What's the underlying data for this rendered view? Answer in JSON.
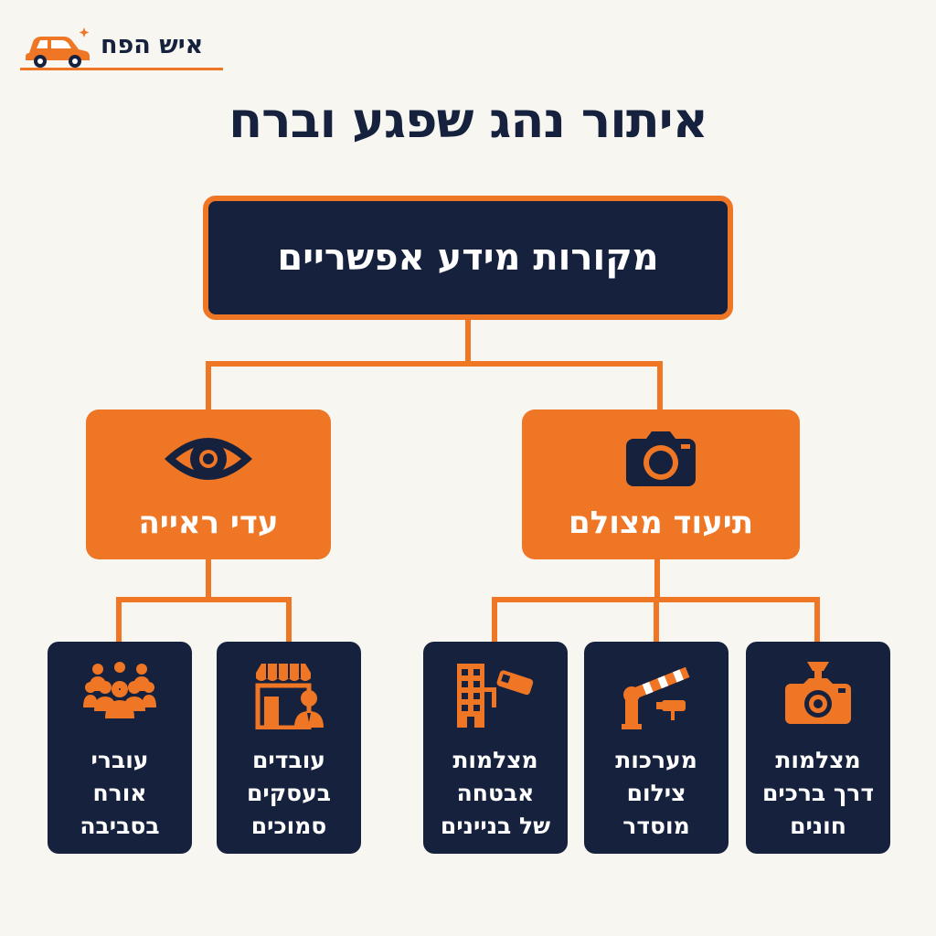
{
  "brand": {
    "name": "איש הפח",
    "colors": {
      "navy": "#16213e",
      "orange": "#ee7624",
      "background": "#f7f6f1"
    }
  },
  "title": "איתור נהג שפגע וברח",
  "root": {
    "label": "מקורות מידע אפשריים"
  },
  "categories": [
    {
      "label": "תיעוד מצולם",
      "icon": "camera-icon",
      "children": [
        {
          "lines": [
            "מצלמות",
            "דרך ברכים",
            "חונים"
          ],
          "icon": "dashcam-icon"
        },
        {
          "lines": [
            "מערכות",
            "צילום",
            "מוסדר"
          ],
          "icon": "barrier-camera-icon"
        },
        {
          "lines": [
            "מצלמות",
            "אבטחה",
            "של בניינים"
          ],
          "icon": "building-camera-icon"
        }
      ]
    },
    {
      "label": "עדי ראייה",
      "icon": "eye-icon",
      "children": [
        {
          "lines": [
            "עובדים",
            "בעסקים",
            "סמוכים"
          ],
          "icon": "shop-worker-icon"
        },
        {
          "lines": [
            "עוברי",
            "אורח",
            "בסביבה"
          ],
          "icon": "crowd-icon"
        }
      ]
    }
  ]
}
